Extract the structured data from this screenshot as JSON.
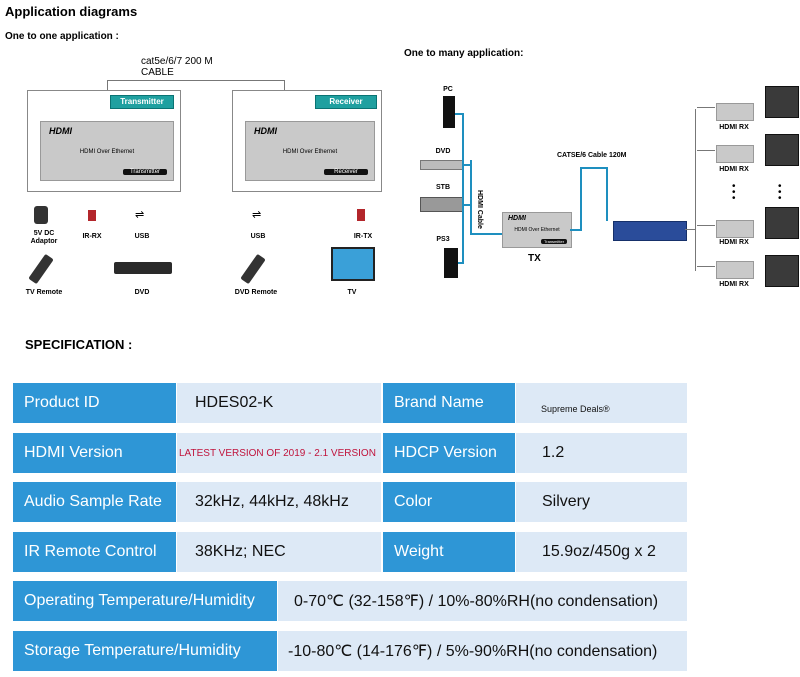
{
  "diagram": {
    "title": "Application diagrams",
    "one_to_one": {
      "heading": "One to one application :",
      "cable_label": "cat5e/6/7 200 M\nCABLE",
      "transmitter": {
        "tag": "Transmitter",
        "logo": "HDMI",
        "text": "HDMI Over Ethernet",
        "button": "Transmitter"
      },
      "receiver": {
        "tag": "Receiver",
        "logo": "HDMI",
        "text": "HDMI Over Ethernet",
        "button": "Receiver"
      },
      "tx_items": [
        "5V DC\nAdaptor",
        "IR-RX",
        "USB",
        "TV Remote",
        "DVD"
      ],
      "rx_items": [
        "USB",
        "IR-TX",
        "DVD Remote",
        "TV"
      ]
    },
    "one_to_many": {
      "heading": "One to many application:",
      "sources": [
        "PC",
        "DVD",
        "STB",
        "PS3"
      ],
      "cable_v": "HDMI Cable",
      "tx_logo": "HDMI",
      "tx_text": "HDMI Over Ethernet",
      "tx_button": "Transmitter",
      "tx_label": "TX",
      "cat_label": "CATSE/6 Cable 120M",
      "rx_label": "HDMI RX"
    }
  },
  "spec": {
    "title": "SPECIFICATION :",
    "rows": [
      {
        "l1": "Product ID",
        "v1": "HDES02-K",
        "l2": "Brand Name",
        "v2": "Supreme Deals®"
      },
      {
        "l1": "HDMI Version",
        "v1": "LATEST VERSION OF 2019 -  2.1 VERSION",
        "l2": "HDCP Version",
        "v2": "1.2"
      },
      {
        "l1": "Audio Sample Rate",
        "v1": "32kHz, 44kHz, 48kHz",
        "l2": "Color",
        "v2": "Silvery"
      },
      {
        "l1": "IR Remote Control",
        "v1": "38KHz; NEC",
        "l2": "Weight",
        "v2": "15.9oz/450g x 2"
      }
    ],
    "wide_rows": [
      {
        "l": "Operating Temperature/Humidity",
        "v": "0-70℃ (32-158℉) / 10%-80%RH(no condensation)"
      },
      {
        "l": "Storage Temperature/Humidity",
        "v": "-10-80℃ (14-176℉) / 5%-90%RH(no condensation)"
      }
    ],
    "accent_color": "#2e96d6",
    "value_bg": "#dde9f6",
    "version_text_color": "#c0143c"
  }
}
